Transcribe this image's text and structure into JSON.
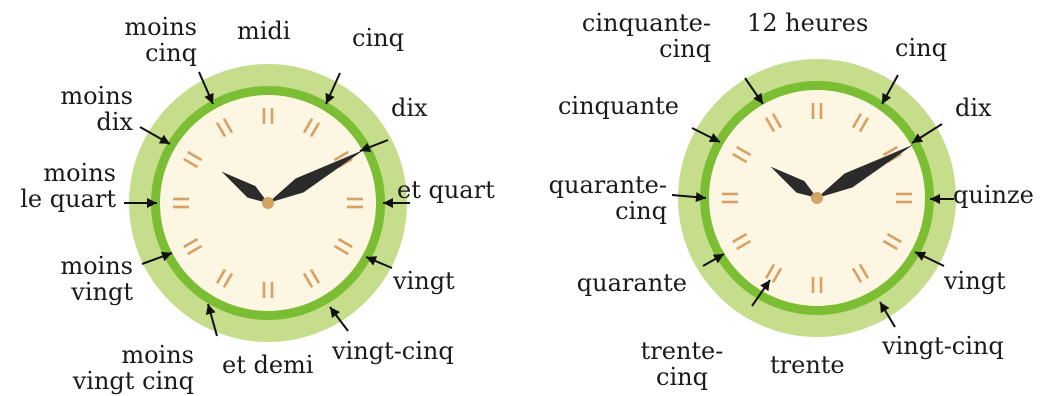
{
  "colors": {
    "outer_ring": "#c6dd8b",
    "inner_ring": "#7bbd33",
    "face": "#fdf6e3",
    "tick": "#d9a064",
    "hand": "#2b2b2b",
    "pivot": "#d2a466",
    "arrow": "#111111"
  },
  "clock_left": {
    "labels": {
      "top": "midi",
      "five_past": "cinq",
      "ten_past": "dix",
      "quarter_past": "et quart",
      "twenty_past": "vingt",
      "twentyfive_past": "vingt-cinq",
      "half": "et demi",
      "twentyfive_to": [
        "moins",
        "vingt cinq"
      ],
      "twenty_to": [
        "moins",
        "vingt"
      ],
      "quarter_to": [
        "moins",
        "le quart"
      ],
      "ten_to": [
        "moins",
        "dix"
      ],
      "five_to": [
        "moins",
        "cinq"
      ]
    }
  },
  "clock_right": {
    "labels": {
      "top": "12 heures",
      "five_past": "cinq",
      "ten_past": "dix",
      "quarter_past": "quinze",
      "twenty_past": "vingt",
      "twentyfive_past": "vingt-cinq",
      "half": "trente",
      "twentyfive_to": [
        "trente-",
        "cinq"
      ],
      "twenty_to": "quarante",
      "quarter_to": [
        "quarante-",
        "cinq"
      ],
      "ten_to": "cinquante",
      "five_to": [
        "cinquante-",
        "cinq"
      ]
    }
  }
}
